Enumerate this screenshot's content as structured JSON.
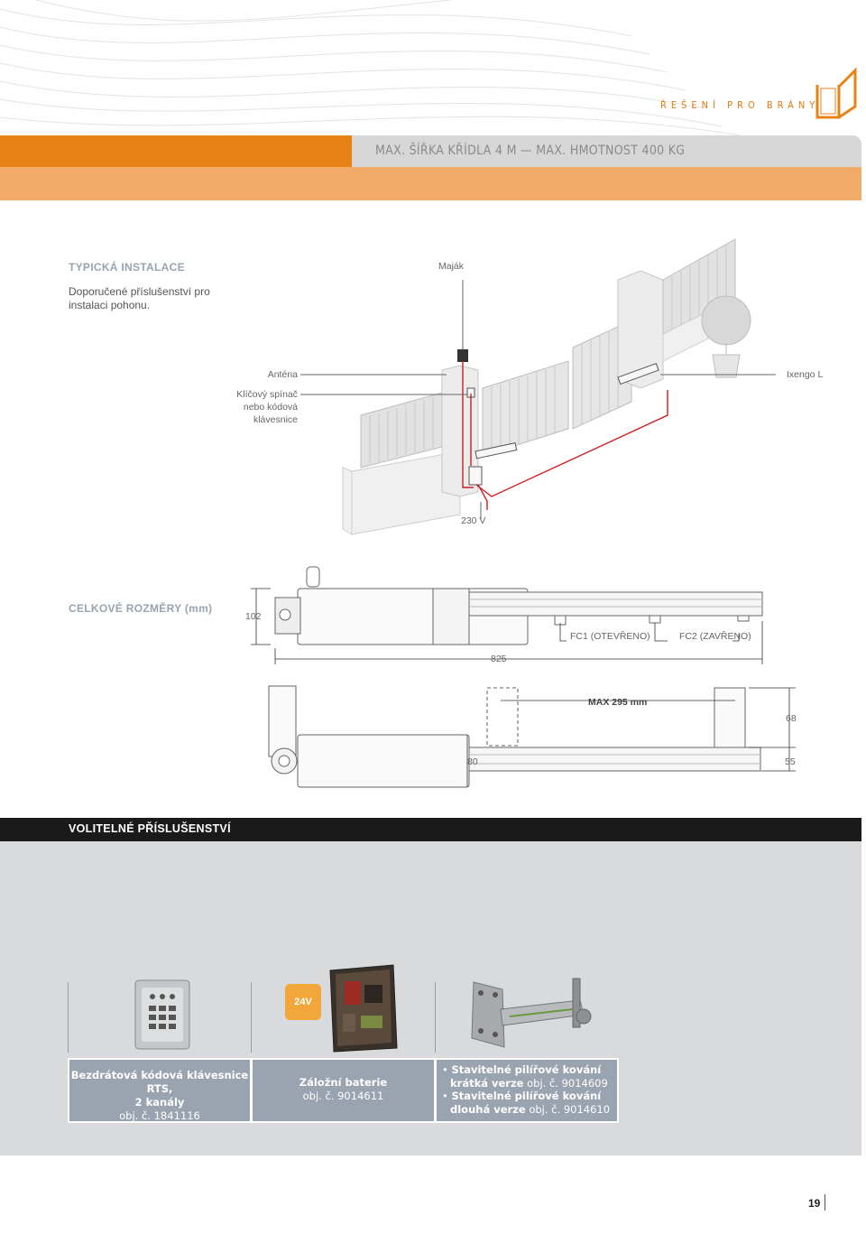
{
  "header": {
    "section": "ŘEŠENÍ PRO BRÁNY",
    "title": "MAX. ŠÍŘKA KŘÍDLA 4 M — MAX. HMOTNOST 400 KG"
  },
  "installation": {
    "title": "TYPICKÁ INSTALACE",
    "description": "Doporučené příslušenství pro instalaci pohonu.",
    "labels": {
      "beacon": "Maják",
      "antenna": "Anténa",
      "switch_line1": "Klíčový spínač",
      "switch_line2": "nebo kódová",
      "switch_line3": "klávesnice",
      "motor": "Ixengo L",
      "power": "230 V"
    }
  },
  "dimensions": {
    "title": "CELKOVÉ ROZMĚRY (mm)",
    "height": "102",
    "fc1": "FC1 (OTEVŘENO)",
    "fc2": "FC2 (ZAVŘENO)",
    "length": "825",
    "max_stroke": "MAX 295 mm",
    "d68": "68",
    "d80": "80",
    "d55": "55"
  },
  "accessories": {
    "title": "VOLITELNÉ PŘÍSLUŠENSTVÍ",
    "badge": "24V",
    "items": [
      {
        "name_line1": "Bezdrátová kódová klávesnice RTS,",
        "name_line2": "2 kanály",
        "ref": "obj. č. 1841116"
      },
      {
        "name_line1": "Záložní baterie",
        "ref": "obj. č. 9014611"
      },
      {
        "line1": "Stavitelné pilířové kování",
        "line2_bold": "krátká verze",
        "line2_ref": " obj. č. 9014609",
        "line3": "Stavitelné pilířové kování",
        "line4_bold": "dlouhá verze",
        "line4_ref": " obj. č. 9014610"
      }
    ]
  },
  "page_number": "19",
  "colors": {
    "orange": "#e98214",
    "light_orange": "#f2ab68",
    "accent_blue_gray": "#9aa3b0",
    "panel_gray": "#d9dadc"
  }
}
